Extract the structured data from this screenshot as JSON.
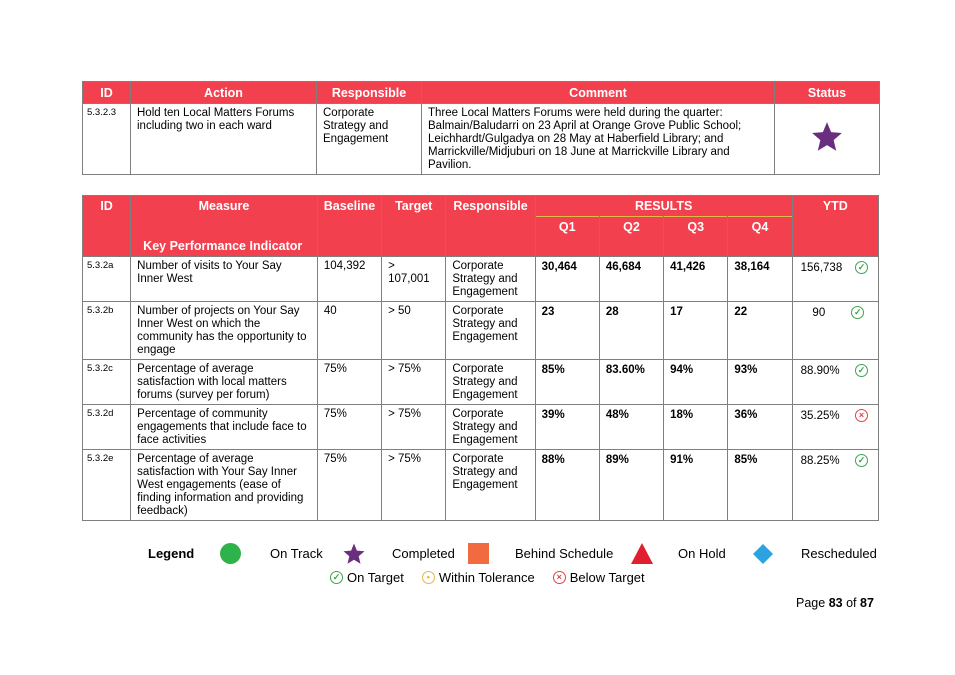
{
  "action_table": {
    "headers": [
      "ID",
      "Action",
      "Responsible",
      "Comment",
      "Status"
    ],
    "row": {
      "id": "5.3.2.3",
      "action": "Hold ten Local Matters Forums including two in each ward",
      "responsible": "Corporate Strategy and Engagement",
      "comment": "Three Local Matters Forums were held during the quarter: Balmain/Baludarri on 23 April at Orange Grove Public School; Leichhardt/Gulgadya on 28 May at Haberfield Library; and Marrickville/Midjuburi on 18 June at Marrickville Library and Pavilion.",
      "status_icon": "star-icon",
      "status_color": "#6b2e7e"
    }
  },
  "kpi_table": {
    "headers": {
      "id": "ID",
      "measure": "Measure",
      "baseline": "Baseline",
      "target": "Target",
      "responsible": "Responsible",
      "results": "RESULTS",
      "ytd": "YTD",
      "q1": "Q1",
      "q2": "Q2",
      "q3": "Q3",
      "q4": "Q4",
      "kpi_label": "Key Performance Indicator"
    },
    "rows": [
      {
        "id": "5.3.2a",
        "measure": "Number of visits to Your Say Inner West",
        "baseline": "104,392",
        "target": "> 107,001",
        "responsible": "Corporate Strategy and Engagement",
        "q1": "30,464",
        "q2": "46,684",
        "q3": "41,426",
        "q4": "38,164",
        "ytd": "156,738",
        "ytd_status": "on-target"
      },
      {
        "id": "5.3.2b",
        "measure": "Number of projects on Your Say Inner West on which the community has the opportunity to engage",
        "baseline": "40",
        "target": "> 50",
        "responsible": "Corporate Strategy and Engagement",
        "q1": "23",
        "q2": "28",
        "q3": "17",
        "q4": "22",
        "ytd": "90",
        "ytd_status": "on-target"
      },
      {
        "id": "5.3.2c",
        "measure": "Percentage of average satisfaction with local matters forums (survey per forum)",
        "baseline": "75%",
        "target": "> 75%",
        "responsible": "Corporate Strategy and Engagement",
        "q1": "85%",
        "q2": "83.60%",
        "q3": "94%",
        "q4": "93%",
        "ytd": "88.90%",
        "ytd_status": "on-target"
      },
      {
        "id": "5.3.2d",
        "measure": "Percentage of community engagements that include face to face activities",
        "baseline": "75%",
        "target": "> 75%",
        "responsible": "Corporate Strategy and Engagement",
        "q1": "39%",
        "q2": "48%",
        "q3": "18%",
        "q4": "36%",
        "ytd": "35.25%",
        "ytd_status": "below-target"
      },
      {
        "id": "5.3.2e",
        "measure": "Percentage of average satisfaction with Your Say Inner West engagements (ease of finding information and providing feedback)",
        "baseline": "75%",
        "target": "> 75%",
        "responsible": "Corporate Strategy and Engagement",
        "q1": "88%",
        "q2": "89%",
        "q3": "91%",
        "q4": "85%",
        "ytd": "88.25%",
        "ytd_status": "on-target"
      }
    ]
  },
  "legend": {
    "title": "Legend",
    "items": [
      {
        "label": "On Track",
        "icon": "circle-icon",
        "color": "#2eb34a"
      },
      {
        "label": "Completed",
        "icon": "star-icon",
        "color": "#6b2e7e"
      },
      {
        "label": "Behind Schedule",
        "icon": "square-icon",
        "color": "#f26a3f"
      },
      {
        "label": "On Hold",
        "icon": "triangle-icon",
        "color": "#e0202e"
      },
      {
        "label": "Rescheduled",
        "icon": "diamond-icon",
        "color": "#2aa3e0"
      }
    ],
    "kpi_items": [
      {
        "label": "On Target",
        "icon": "on-target-icon",
        "color": "#3ca54c"
      },
      {
        "label": "Within Tolerance",
        "icon": "within-tolerance-icon",
        "color": "#e6b54a"
      },
      {
        "label": "Below Target",
        "icon": "below-target-icon",
        "color": "#e04050"
      }
    ]
  },
  "page": {
    "prefix": "Page",
    "current": "83",
    "of": "of",
    "total": "87"
  }
}
